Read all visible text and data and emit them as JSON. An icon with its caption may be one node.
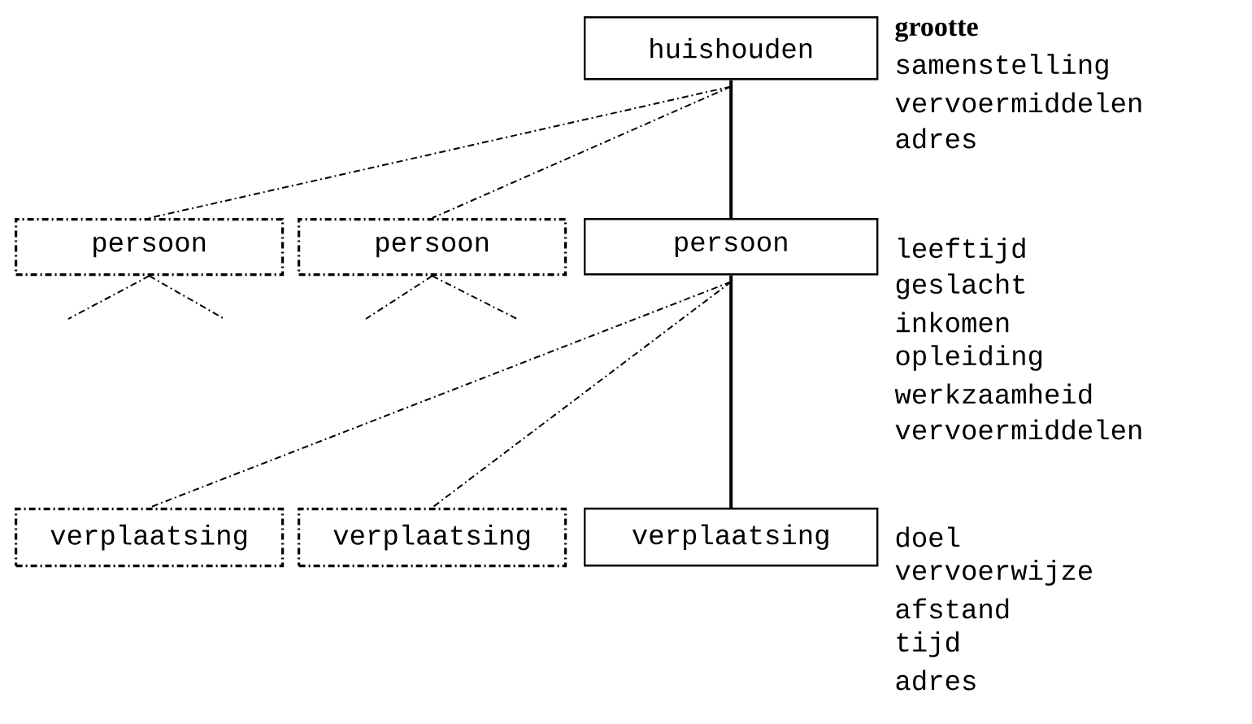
{
  "diagram": {
    "nodes": [
      {
        "text": [
          "huishouden"
        ],
        "beside": [
          "grootte",
          "samenstelling",
          "vervoermiddelen",
          "adres"
        ]
      },
      {
        "text": [
          "persoon"
        ]
      },
      {
        "text": [
          "persoon"
        ]
      },
      {
        "text": [
          "persoon"
        ],
        "beside": [
          "leeftijd",
          "geslacht",
          "inkomen",
          "opleiding",
          "werkzaamheid",
          "vervoermiddelen"
        ]
      },
      {
        "text": [
          "verplaatsing"
        ]
      },
      {
        "text": [
          "verplaatsing"
        ]
      },
      {
        "text": [
          "verplaatsing"
        ],
        "beside": [
          "doel",
          "vervoerwijze",
          "afstand",
          "tijd",
          "adres"
        ]
      }
    ],
    "edges": [
      {
        "from": 0,
        "to": 1,
        "arrow": "none",
        "style": "dashed"
      },
      {
        "from": 0,
        "to": 2,
        "arrow": "none",
        "style": "dashed"
      },
      {
        "from": 0,
        "to": 3,
        "arrow": "none"
      },
      {
        "from": 1,
        "to": null,
        "arrow": "none",
        "style": "dashed"
      },
      {
        "from": 1,
        "to": null,
        "arrow": "none",
        "style": "dashed"
      },
      {
        "from": 2,
        "to": null,
        "arrow": "none",
        "style": "dashed"
      },
      {
        "from": 2,
        "to": null,
        "arrow": "none",
        "style": "dashed"
      },
      {
        "from": 3,
        "to": 4,
        "arrow": "none",
        "style": "dashed"
      },
      {
        "from": 3,
        "to": 5,
        "arrow": "none",
        "style": "dashed"
      },
      {
        "from": 3,
        "to": 6,
        "arrow": "none"
      }
    ]
  }
}
